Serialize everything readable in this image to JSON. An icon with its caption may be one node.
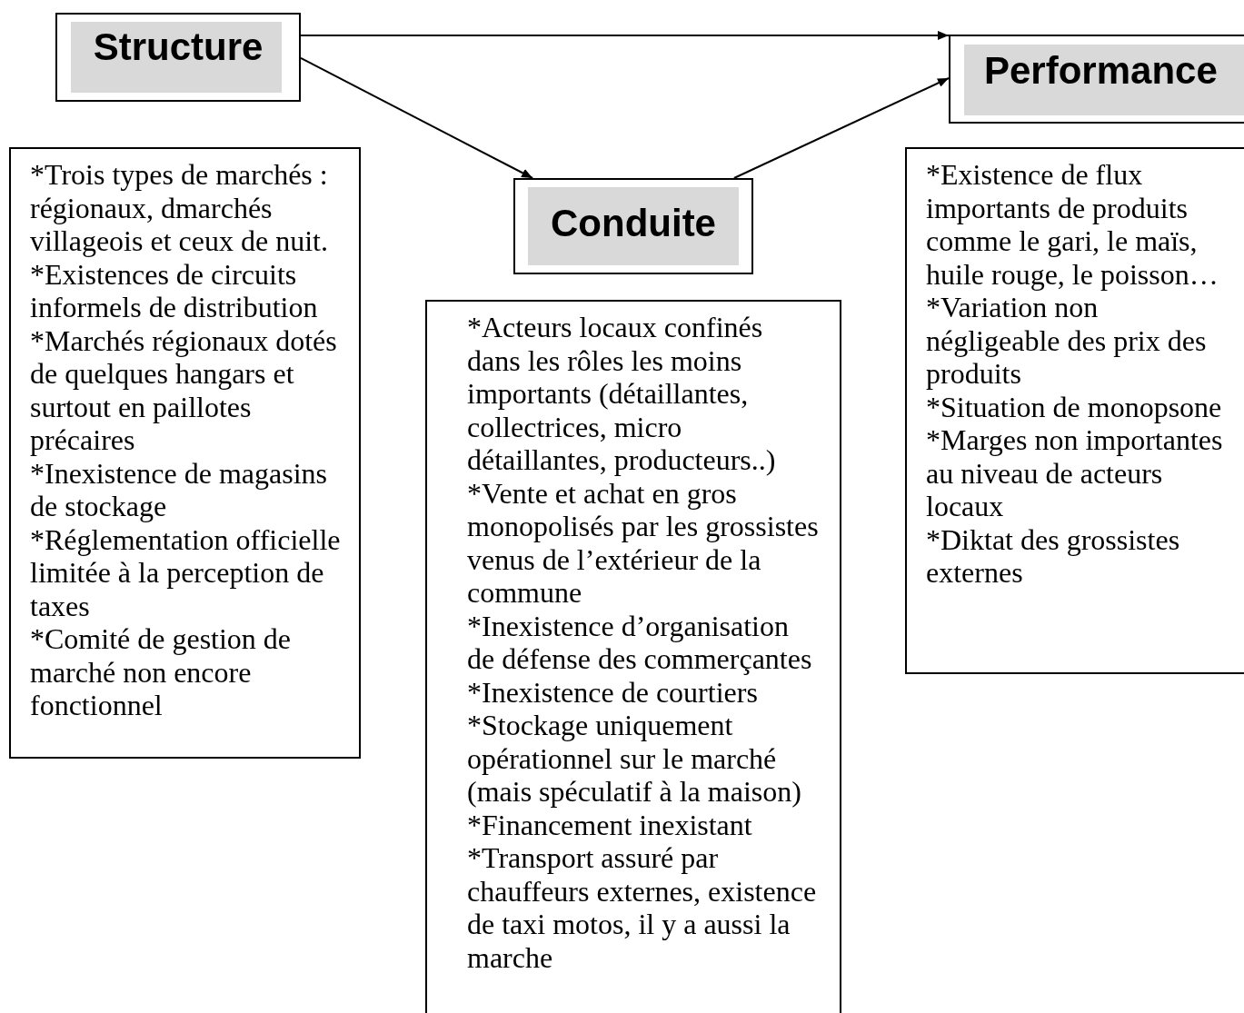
{
  "diagram": {
    "nodes": [
      {
        "text": [
          "Structure"
        ]
      },
      {
        "text": [
          "*Trois types de marchés : régionaux, dmarchés villageois et ceux de nuit.",
          "*Existences de circuits informels de distribution",
          "*Marchés régionaux dotés de quelques hangars et surtout en paillotes précaires",
          "*Inexistence de magasins de stockage",
          "*Réglementation officielle limitée à la perception de taxes",
          "*Comité de gestion de marché non encore fonctionnel"
        ]
      },
      {
        "text": [
          "Conduite"
        ]
      },
      {
        "text": [
          "*Acteurs locaux confinés dans les rôles les moins importants (détaillantes, collectrices, micro détaillantes, producteurs..)",
          "*Vente et achat en gros monopolisés par les grossistes venus de l’extérieur de la commune",
          "*Inexistence d’organisation de défense des commerçantes",
          "*Inexistence de courtiers",
          "*Stockage uniquement opérationnel sur le marché (mais spéculatif à la maison)",
          "*Financement inexistant",
          "*Transport assuré par chauffeurs externes, existence de taxi motos, il y a aussi la marche"
        ]
      },
      {
        "text": [
          "Performance"
        ]
      },
      {
        "text": [
          "*Existence de flux importants de produits comme le gari, le maïs, huile rouge, le poisson…",
          "*Variation non négligeable des prix des produits",
          "*Situation de monopsone",
          "*Marges non importantes au niveau de acteurs locaux",
          "*Diktat des grossistes externes"
        ]
      }
    ],
    "edges": [
      {
        "from": 0,
        "to": 4,
        "arrow": "to"
      },
      {
        "from": 0,
        "to": 2,
        "arrow": "to"
      },
      {
        "from": 2,
        "to": 4,
        "arrow": "to"
      }
    ]
  }
}
